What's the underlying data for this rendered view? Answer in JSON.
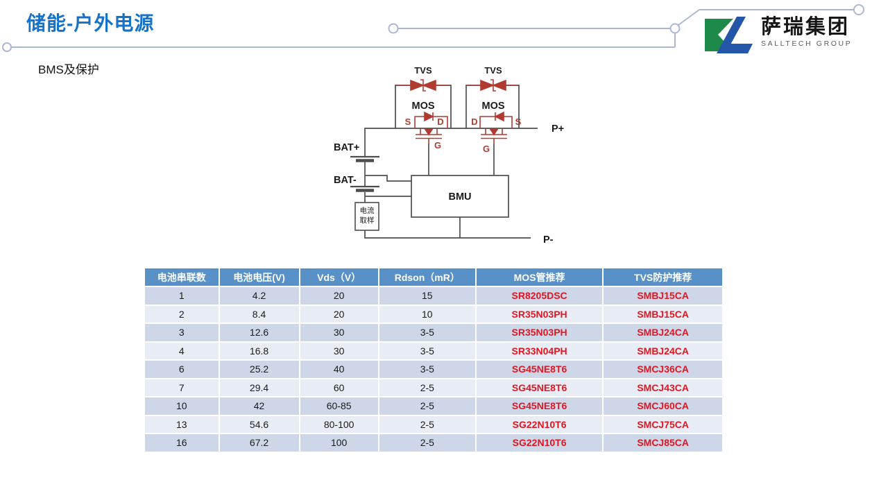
{
  "colors": {
    "title_blue": "#1472c8",
    "decor_line": "#aab7d4",
    "logo_green": "#1e8a4a",
    "logo_blue": "#2356a8",
    "circuit_red": "#b13a31",
    "wire_dark": "#4d4d4d",
    "header_bg": "#5791c8",
    "row_dark": "#cdd7e8",
    "row_light": "#e8ecf4",
    "part_red": "#e01622"
  },
  "header": {
    "title": "储能-户外电源",
    "subtitle": "BMS及保护"
  },
  "logo": {
    "cn": "萨瑞集团",
    "en": "SALLTECH GROUP"
  },
  "circuit": {
    "labels": {
      "tvs": "TVS",
      "mos": "MOS",
      "bat_plus": "BAT+",
      "bat_minus": "BAT-",
      "bmu": "BMU",
      "p_plus": "P+",
      "p_minus": "P-",
      "sense1": "电流",
      "sense2": "取样",
      "s": "S",
      "d": "D",
      "g": "G"
    }
  },
  "table": {
    "columns": [
      "电池串联数",
      "电池电压(V)",
      "Vds（V）",
      "Rdson（mR）",
      "MOS管推荐",
      "TVS防护推荐"
    ],
    "rows": [
      [
        "1",
        "4.2",
        "20",
        "15",
        "SR8205DSC",
        "SMBJ15CA"
      ],
      [
        "2",
        "8.4",
        "20",
        "10",
        "SR35N03PH",
        "SMBJ15CA"
      ],
      [
        "3",
        "12.6",
        "30",
        "3-5",
        "SR35N03PH",
        "SMBJ24CA"
      ],
      [
        "4",
        "16.8",
        "30",
        "3-5",
        "SR33N04PH",
        "SMBJ24CA"
      ],
      [
        "6",
        "25.2",
        "40",
        "3-5",
        "SG45NE8T6",
        "SMCJ36CA"
      ],
      [
        "7",
        "29.4",
        "60",
        "2-5",
        "SG45NE8T6",
        "SMCJ43CA"
      ],
      [
        "10",
        "42",
        "60-85",
        "2-5",
        "SG45NE8T6",
        "SMCJ60CA"
      ],
      [
        "13",
        "54.6",
        "80-100",
        "2-5",
        "SG22N10T6",
        "SMCJ75CA"
      ],
      [
        "16",
        "67.2",
        "100",
        "2-5",
        "SG22N10T6",
        "SMCJ85CA"
      ]
    ]
  }
}
